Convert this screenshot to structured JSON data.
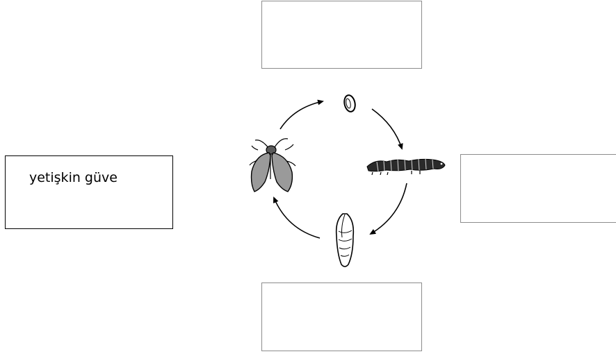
{
  "labels": {
    "top": "",
    "right": "",
    "bottom": "",
    "left": "yetişkin güve"
  },
  "stages": [
    "egg",
    "caterpillar",
    "pupa",
    "adult-moth"
  ],
  "icons": {
    "egg": "egg-icon",
    "caterpillar": "caterpillar-icon",
    "pupa": "pupa-icon",
    "moth": "moth-icon"
  },
  "colors": {
    "line": "#000000",
    "moth_wing": "#9a9a9a",
    "caterpillar": "#2a2a2a",
    "box_border": "#8c8c8c"
  }
}
